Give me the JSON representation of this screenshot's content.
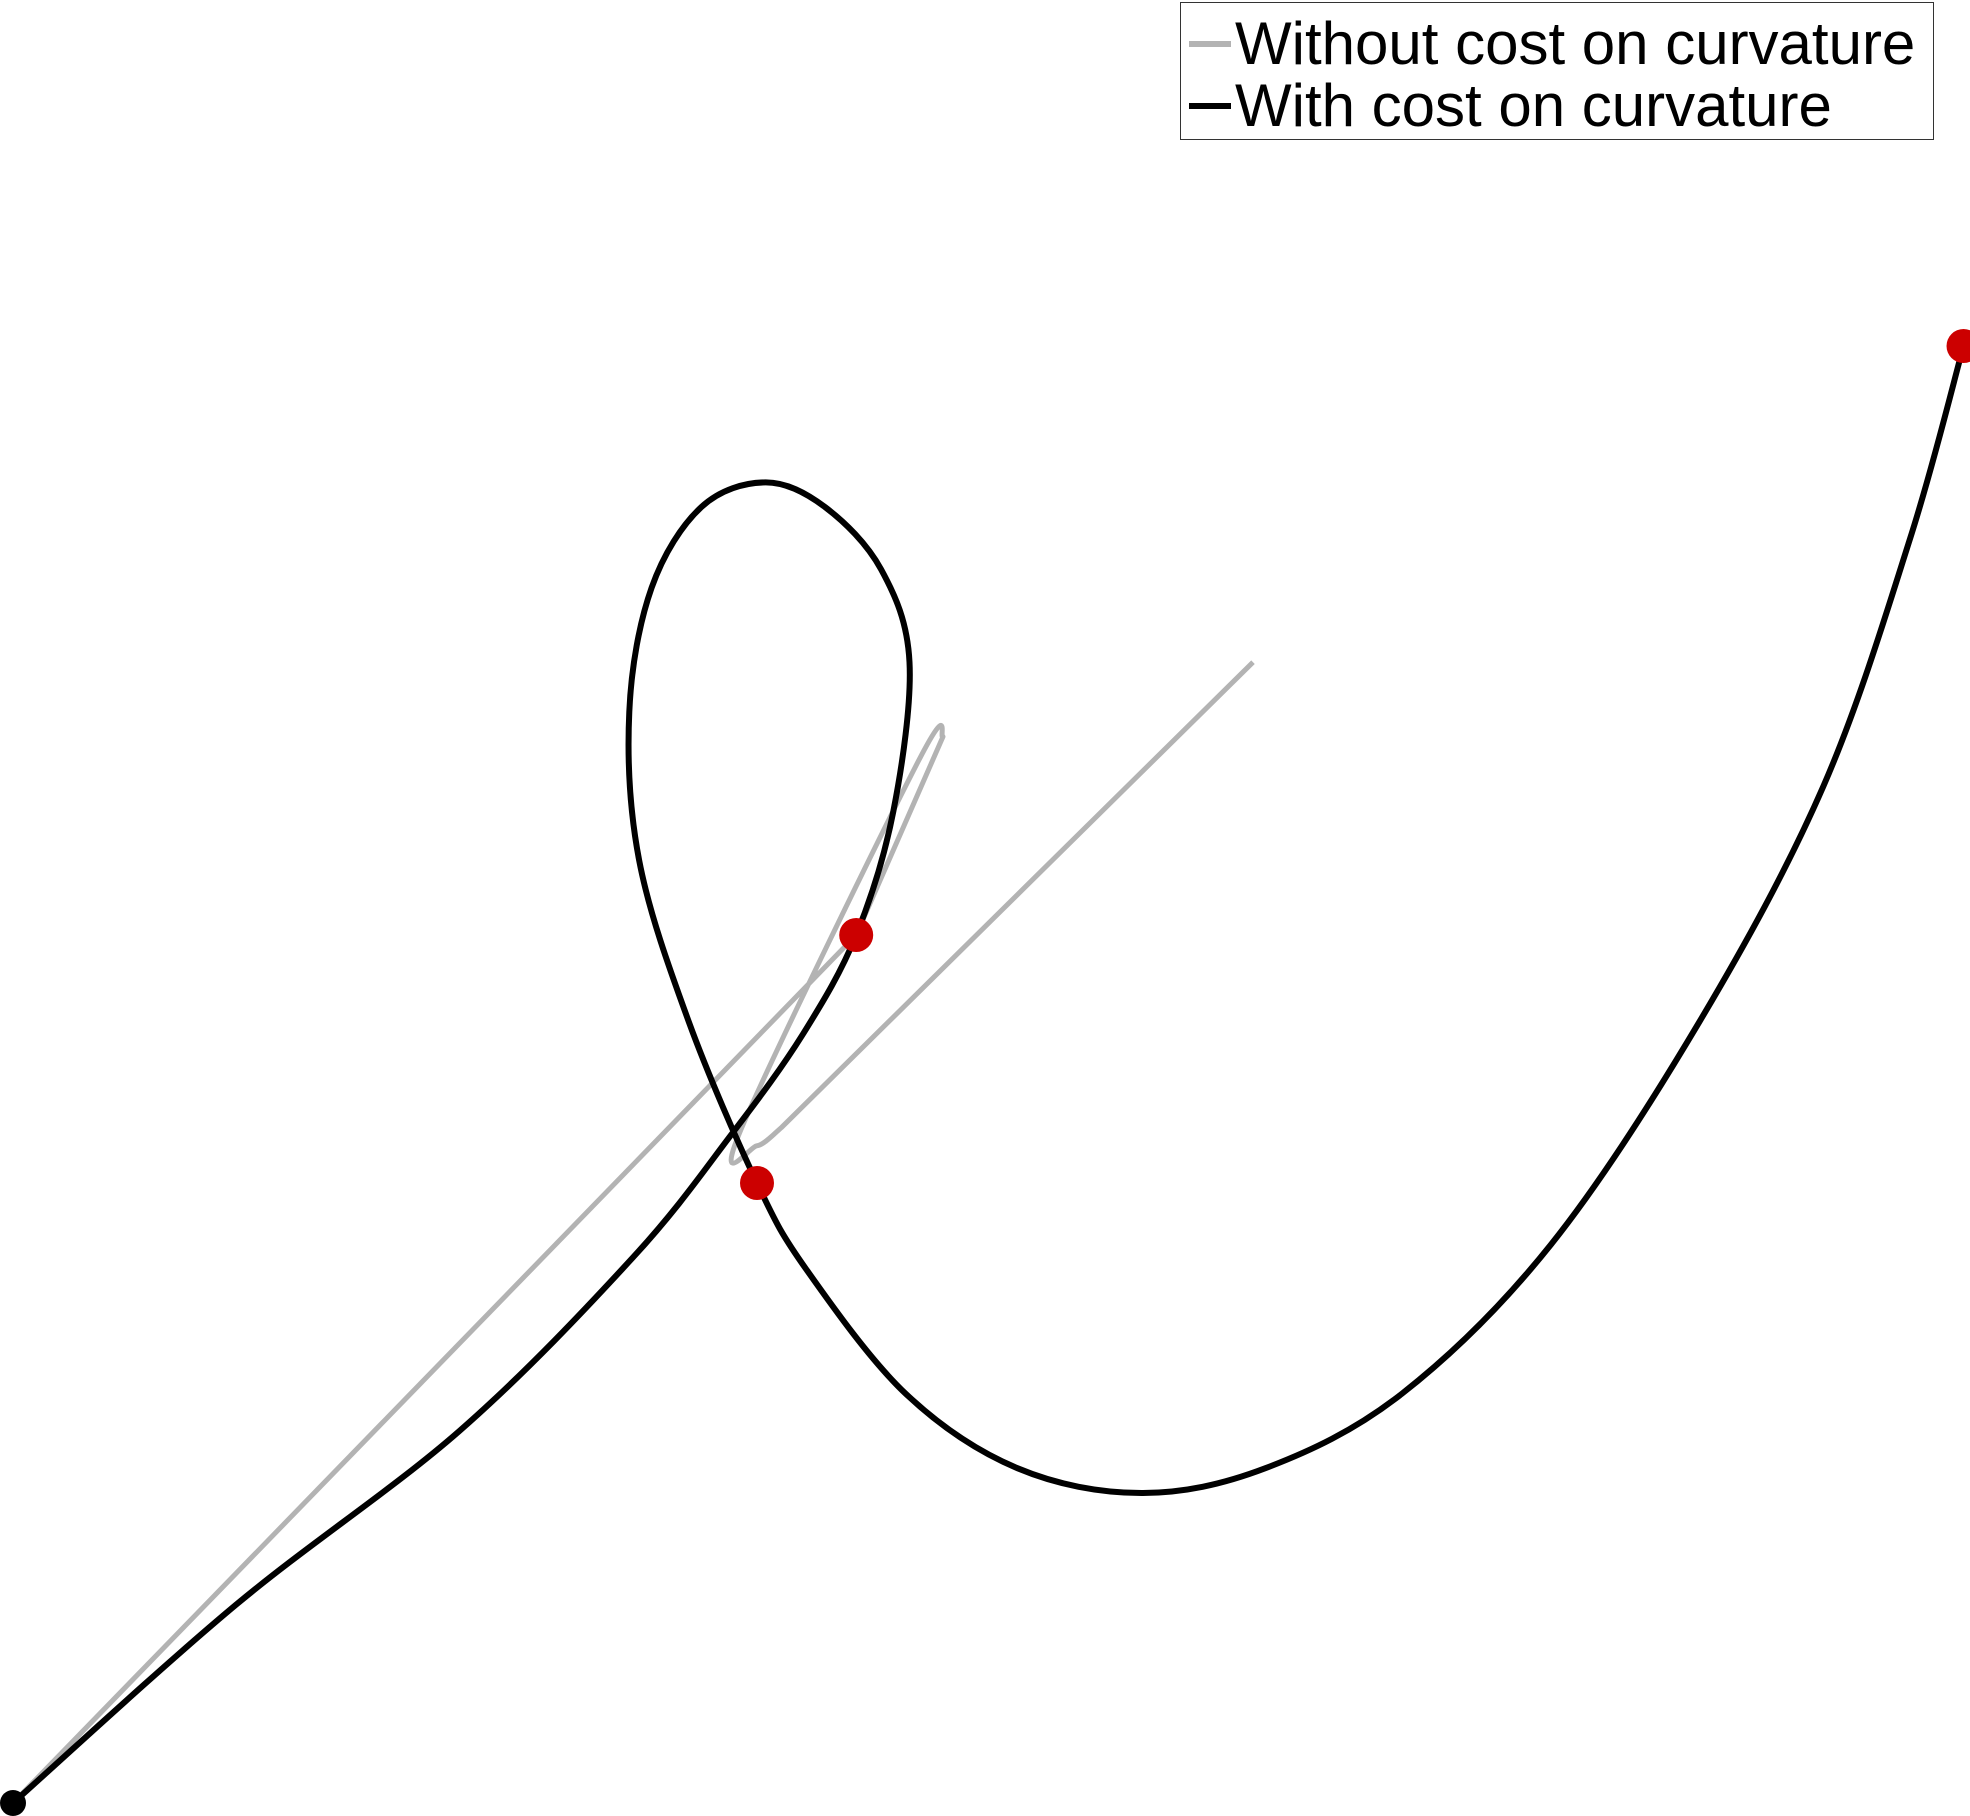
{
  "chart_data": {
    "type": "line",
    "series": [
      {
        "name": "Without cost on curvature",
        "color": "#b3b3b3",
        "points": [
          [
            0,
            0
          ],
          [
            0.68,
            0.7
          ],
          [
            0.75,
            0.86
          ],
          [
            0.73,
            0.84
          ],
          [
            0.587,
            0.543
          ],
          [
            0.6,
            0.53
          ],
          [
            0.62,
            0.545
          ],
          [
            1.0,
            0.92
          ]
        ],
        "smooth_segment": [
          2,
          6
        ]
      },
      {
        "name": "With cost on curvature",
        "color": "#000000",
        "points": [
          [
            0,
            0
          ],
          [
            0.18,
            0.16
          ],
          [
            0.36,
            0.3
          ],
          [
            0.5,
            0.44
          ],
          [
            0.58,
            0.54
          ],
          [
            0.637,
            0.62
          ],
          [
            0.68,
            0.7
          ],
          [
            0.71,
            0.8
          ],
          [
            0.723,
            0.92
          ],
          [
            0.7,
            0.995
          ],
          [
            0.655,
            1.045
          ],
          [
            0.607,
            1.065
          ],
          [
            0.555,
            1.045
          ],
          [
            0.515,
            0.98
          ],
          [
            0.497,
            0.88
          ],
          [
            0.505,
            0.76
          ],
          [
            0.545,
            0.63
          ],
          [
            0.6,
            0.5
          ],
          [
            0.64,
            0.43
          ],
          [
            0.72,
            0.33
          ],
          [
            0.81,
            0.27
          ],
          [
            0.91,
            0.25
          ],
          [
            1.01,
            0.27
          ],
          [
            1.12,
            0.33
          ],
          [
            1.24,
            0.45
          ],
          [
            1.36,
            0.63
          ],
          [
            1.46,
            0.82
          ],
          [
            1.53,
            1.02
          ],
          [
            1.573,
            1.175
          ]
        ]
      }
    ],
    "waypoints": [
      [
        0,
        0
      ],
      [
        0.68,
        0.7
      ],
      [
        0.6,
        0.5
      ],
      [
        1.573,
        1.175
      ]
    ],
    "start_marker_color": "#000000",
    "waypoint_color": "#cc0000",
    "legend": {
      "position": "top-right",
      "entries": [
        "Without cost on curvature",
        "With cost on curvature"
      ]
    },
    "axes_visible": false,
    "grid": false
  }
}
